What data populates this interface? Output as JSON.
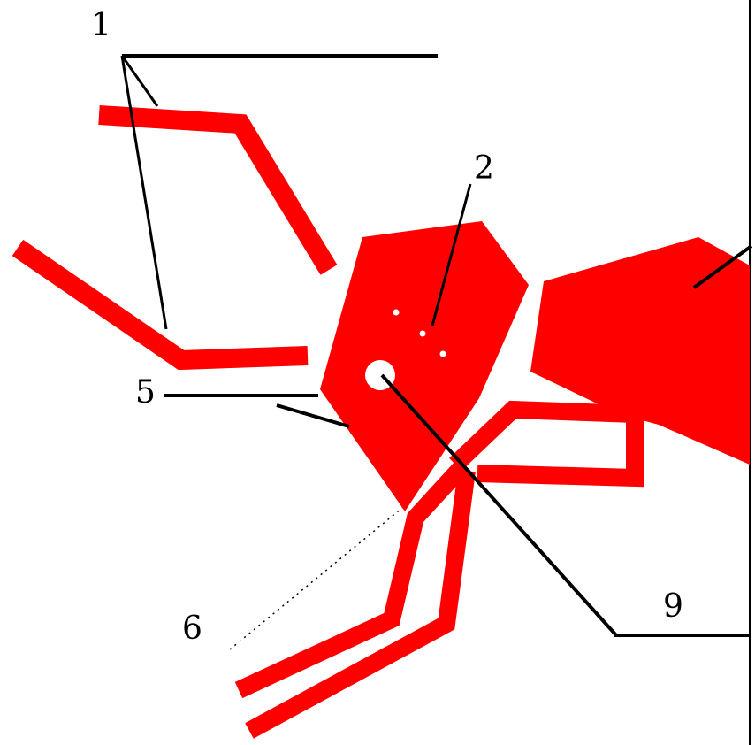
{
  "colors": {
    "part_fill": "#ff0000",
    "leader_line": "#000000",
    "background": "#ffffff",
    "hole": "#ffffff"
  },
  "labels": {
    "label_1": "1",
    "label_2": "2",
    "label_5": "5",
    "label_6": "6",
    "label_9": "9"
  }
}
